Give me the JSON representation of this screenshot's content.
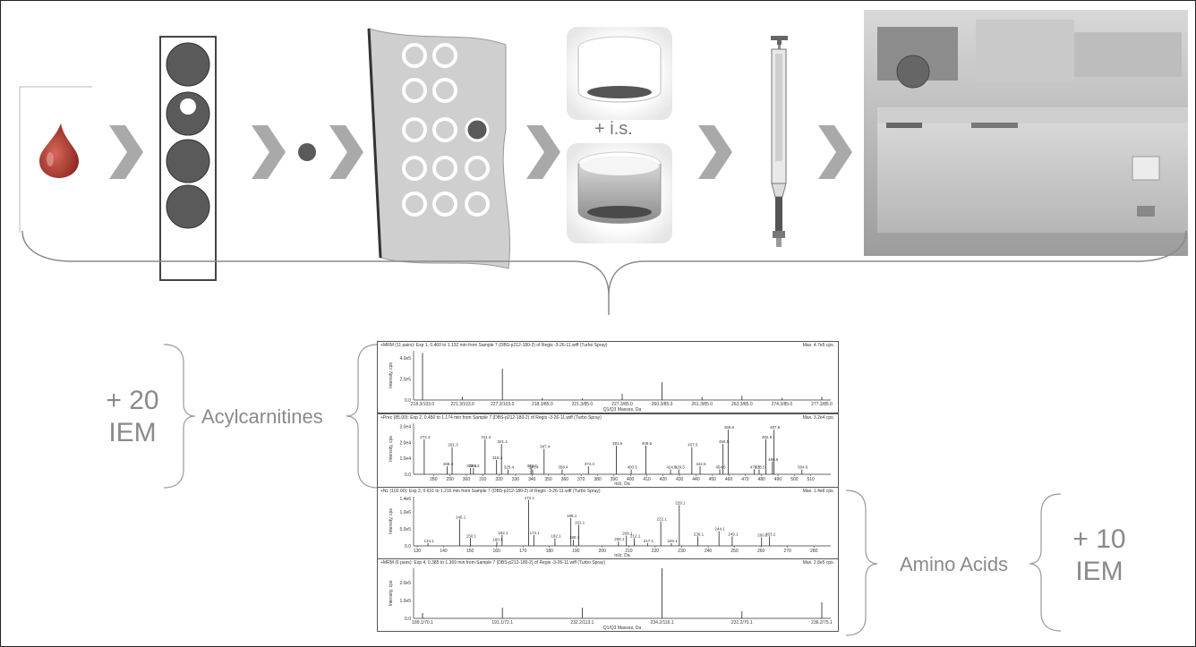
{
  "workflow": {
    "steps": [
      "blood-drop",
      "dried-blood-spot-card",
      "punched-disk",
      "well-plate",
      "extraction-vial",
      "syringe",
      "mass-spectrometer"
    ],
    "internal_standard_label": "+ i.s."
  },
  "results": {
    "left_count": "+ 20",
    "left_unit": "IEM",
    "left_group": "Acylcarnitines",
    "right_count": "+ 10",
    "right_unit": "IEM",
    "right_group": "Amino Acids"
  },
  "colors": {
    "dot_gray": "#5a5a5a",
    "chevron_gray": "#a9a9a9",
    "outline_gray": "#9a9a9a",
    "drop_red": "#b53a2f"
  },
  "chart_data": [
    {
      "type": "bar",
      "title": "+MRM (11 pairs): Exp 1, 0.460 to 1.132 min from Sample 7 (DBS-p212-180-2) of Regis -3-26-11.wiff (Turbo Spray)",
      "max_label": "Max. 4.7e5 cps.",
      "ylabel": "Intensity, cps",
      "xlabel": "Q1/Q3 Masses, Da",
      "yticks": [
        "4.0e5",
        "2.0e5",
        "0.0"
      ],
      "ylim": [
        0,
        470000
      ],
      "categories": [
        "218.3/103.0",
        "221.3/103.0",
        "227.3/103.0",
        "218.3/85.0",
        "221.3/85.0",
        "227.3/85.0",
        "260.3/85.0",
        "261.3/85.0",
        "263.3/85.0",
        "274.3/85.0",
        "277.3/85.0"
      ],
      "values": [
        450000,
        30000,
        300000,
        20000,
        15000,
        60000,
        170000,
        30000,
        40000,
        20000,
        30000
      ]
    },
    {
      "type": "bar",
      "title": "+Prec (85.00): Exp 2, 0.450 to 1.174 min from Sample 7 (DBS-p212-180-2) of Regis -3-26-11.wiff (Turbo Spray)",
      "max_label": "Max. 3.2e4 cps.",
      "ylabel": "Intensity, cps",
      "xlabel": "m/z, Da",
      "yticks": [
        "3.0e4",
        "2.0e4",
        "1.0e4",
        "0.0"
      ],
      "xlim": [
        270,
        520
      ],
      "xticks": [
        280,
        290,
        300,
        310,
        320,
        330,
        340,
        350,
        360,
        370,
        380,
        390,
        400,
        410,
        420,
        430,
        440,
        450,
        460,
        470,
        480,
        490,
        500,
        510
      ],
      "ylim": [
        0,
        32000
      ],
      "peaks": [
        {
          "x": 274.3,
          "y": 22000,
          "label": "274.3"
        },
        {
          "x": 288.3,
          "y": 5000,
          "label": "288.3"
        },
        {
          "x": 291.3,
          "y": 17000,
          "label": "291.3"
        },
        {
          "x": 302.6,
          "y": 4000,
          "label": "302.6"
        },
        {
          "x": 304.3,
          "y": 4000,
          "label": "304.3"
        },
        {
          "x": 311.4,
          "y": 22000,
          "label": "311.4"
        },
        {
          "x": 318.4,
          "y": 9000,
          "label": "318.4"
        },
        {
          "x": 321.4,
          "y": 19000,
          "label": "321.4"
        },
        {
          "x": 325.4,
          "y": 3000,
          "label": "325.4"
        },
        {
          "x": 339.4,
          "y": 4000,
          "label": "339.4"
        },
        {
          "x": 340.4,
          "y": 3000,
          "label": "340.4"
        },
        {
          "x": 347.4,
          "y": 16000,
          "label": "347.4"
        },
        {
          "x": 358.4,
          "y": 3000,
          "label": "358.4"
        },
        {
          "x": 374.4,
          "y": 5000,
          "label": "374.4"
        },
        {
          "x": 391.5,
          "y": 18000,
          "label": "391.5"
        },
        {
          "x": 400.5,
          "y": 3000,
          "label": "400.5"
        },
        {
          "x": 409.5,
          "y": 18000,
          "label": "409.5"
        },
        {
          "x": 424.5,
          "y": 3000,
          "label": "424.5"
        },
        {
          "x": 429.5,
          "y": 3000,
          "label": "429.5"
        },
        {
          "x": 437.5,
          "y": 17000,
          "label": "437.5"
        },
        {
          "x": 442.5,
          "y": 5000,
          "label": "442.5"
        },
        {
          "x": 454.5,
          "y": 3000,
          "label": "454.5"
        },
        {
          "x": 456.5,
          "y": 19000,
          "label": "456.5"
        },
        {
          "x": 459.6,
          "y": 28000,
          "label": "459.6"
        },
        {
          "x": 475.5,
          "y": 3000,
          "label": "475.5"
        },
        {
          "x": 478.5,
          "y": 3000,
          "label": "478.5"
        },
        {
          "x": 482.6,
          "y": 22000,
          "label": "482.6"
        },
        {
          "x": 486.6,
          "y": 8000,
          "label": "486.6"
        },
        {
          "x": 487.6,
          "y": 28000,
          "label": "487.6"
        },
        {
          "x": 504.6,
          "y": 3000,
          "label": "504.6"
        }
      ]
    },
    {
      "type": "bar",
      "title": "+NL (102.00): Exp 3, 0.631 to 1.216 min from Sample 7 (DBS-p212-180-2) of Regis -3-26-11.wiff (Turbo Spray)",
      "max_label": "Max. 1.4e6 cps.",
      "ylabel": "Intensity, cps",
      "xlabel": "m/z, Da",
      "yticks": [
        "1.4e6",
        "1.0e6",
        "5.0e5",
        "0.0"
      ],
      "xlim": [
        130,
        285
      ],
      "xticks": [
        130,
        140,
        150,
        160,
        170,
        180,
        190,
        200,
        210,
        220,
        230,
        240,
        250,
        260,
        270,
        280
      ],
      "ylim": [
        0,
        1450000
      ],
      "peaks": [
        {
          "x": 134.1,
          "y": 80000,
          "label": "134.1"
        },
        {
          "x": 146.1,
          "y": 780000,
          "label": "146.1"
        },
        {
          "x": 150.1,
          "y": 230000,
          "label": "150.1"
        },
        {
          "x": 160.1,
          "y": 120000,
          "label": "160.1"
        },
        {
          "x": 162.1,
          "y": 320000,
          "label": "162.1"
        },
        {
          "x": 172.1,
          "y": 1350000,
          "label": "172.1"
        },
        {
          "x": 174.1,
          "y": 320000,
          "label": "174.1"
        },
        {
          "x": 182.1,
          "y": 220000,
          "label": "182.1"
        },
        {
          "x": 188.1,
          "y": 820000,
          "label": "188.1"
        },
        {
          "x": 189.1,
          "y": 180000,
          "label": "189.1"
        },
        {
          "x": 191.1,
          "y": 620000,
          "label": "191.1"
        },
        {
          "x": 206.1,
          "y": 130000,
          "label": "206.1"
        },
        {
          "x": 209.1,
          "y": 300000,
          "label": "209.1"
        },
        {
          "x": 212.1,
          "y": 220000,
          "label": "212.1"
        },
        {
          "x": 217.1,
          "y": 80000,
          "label": "217.1"
        },
        {
          "x": 222.1,
          "y": 720000,
          "label": "222.1"
        },
        {
          "x": 226.1,
          "y": 80000,
          "label": "226.1"
        },
        {
          "x": 229.1,
          "y": 1200000,
          "label": "229.1"
        },
        {
          "x": 236.1,
          "y": 280000,
          "label": "236.1"
        },
        {
          "x": 244.1,
          "y": 430000,
          "label": "244.1"
        },
        {
          "x": 249.1,
          "y": 280000,
          "label": "249.1"
        },
        {
          "x": 260.2,
          "y": 250000,
          "label": "260.2"
        },
        {
          "x": 263.2,
          "y": 280000,
          "label": "263.2"
        }
      ]
    },
    {
      "type": "bar",
      "title": "+MRM (6 pairs): Exp 4, 0.385 to 1.369 min from Sample 7 (DBS-p212-180-2) of Regis -3-26-11.wiff (Turbo Spray)",
      "max_label": "Max. 2.8e5 cps.",
      "ylabel": "Intensity, cps",
      "xlabel": "Q1/Q3 Masses, Da",
      "yticks": [
        "2.0e5",
        "1.0e5",
        "0.0"
      ],
      "ylim": [
        0,
        280000
      ],
      "categories": [
        "189.1/70.1",
        "191.1/72.1",
        "232.2/113.1",
        "234.2/116.1",
        "231.2/70.1",
        "236.2/75.1"
      ],
      "values": [
        30000,
        60000,
        60000,
        280000,
        40000,
        90000
      ]
    }
  ]
}
